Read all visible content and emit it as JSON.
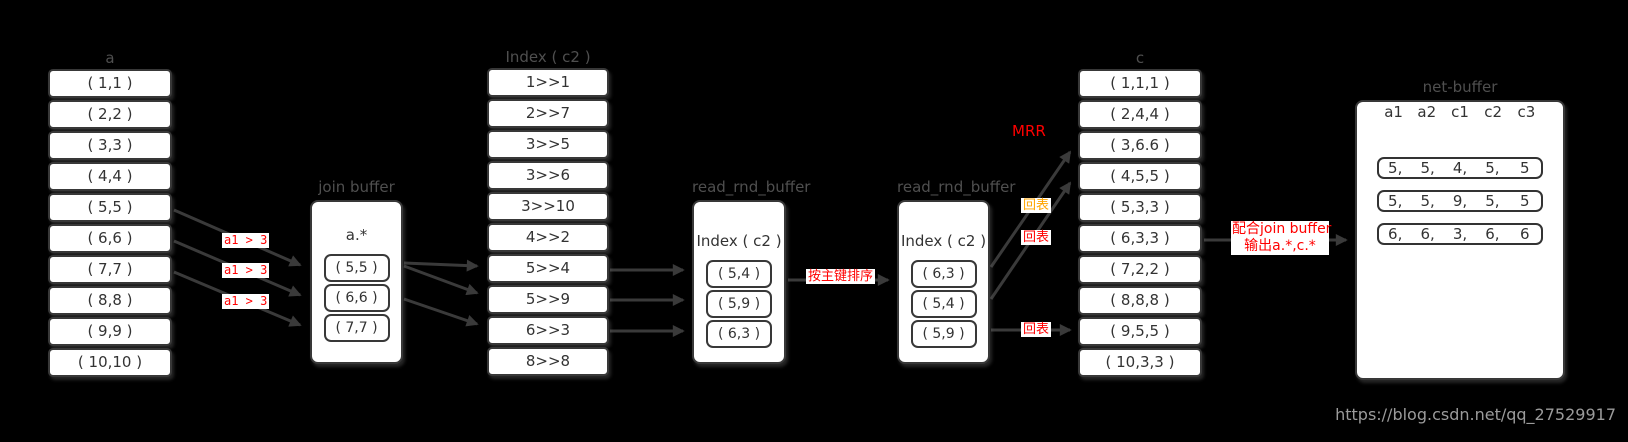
{
  "colors": {
    "background": "#000000",
    "box_border": "#383838",
    "box_fill": "#ffffff",
    "box_text": "#333333",
    "title_gray": "#4f4f4f",
    "annotation_red": "#ff0000",
    "annotation_orange": "#ffa500",
    "watermark_gray": "#9b9b9b"
  },
  "table_a": {
    "title": "a",
    "rows": [
      "( 1,1 )",
      "( 2,2 )",
      "( 3,3 )",
      "( 4,4 )",
      "( 5,5 )",
      "( 6,6 )",
      "( 7,7 )",
      "( 8,8 )",
      "( 9,9 )",
      "( 10,10 )"
    ]
  },
  "join_buffer": {
    "title": "join buffer",
    "label": "a.*",
    "rows": [
      "( 5,5 )",
      "( 6,6 )",
      "( 7,7 )"
    ]
  },
  "index_c2": {
    "title": "Index ( c2 )",
    "rows": [
      "1>>1",
      "2>>7",
      "3>>5",
      "3>>6",
      "3>>10",
      "4>>2",
      "5>>4",
      "5>>9",
      "6>>3",
      "8>>8"
    ]
  },
  "read_rnd_buffer_1": {
    "title": "read_rnd_buffer",
    "label": "Index ( c2 )",
    "rows": [
      "( 5,4 )",
      "( 5,9 )",
      "( 6,3 )"
    ]
  },
  "read_rnd_buffer_2": {
    "title": "read_rnd_buffer",
    "label": "Index ( c2 )",
    "rows": [
      "( 6,3 )",
      "( 5,4 )",
      "( 5,9 )"
    ]
  },
  "table_c": {
    "title": "c",
    "rows": [
      "( 1,1,1 )",
      "( 2,4,4 )",
      "( 3,6.6 )",
      "( 4,5,5 )",
      "( 5,3,3 )",
      "( 6,3,3 )",
      "( 7,2,2 )",
      "( 8,8,8 )",
      "( 9,5,5 )",
      "( 10,3,3 )"
    ]
  },
  "net_buffer": {
    "title": "net-buffer",
    "columns": [
      "a1",
      "a2",
      "c1",
      "c2",
      "c3"
    ],
    "rows": [
      [
        "5,",
        "5,",
        "4,",
        "5,",
        "5"
      ],
      [
        "5,",
        "5,",
        "9,",
        "5,",
        "5"
      ],
      [
        "6,",
        "6,",
        "3,",
        "6,",
        "6"
      ]
    ]
  },
  "annotations": {
    "filters": [
      "a1 > 3",
      "a1 > 3",
      "a1 > 3"
    ],
    "sort_by_pk": "按主键排序",
    "mrr": "MRR",
    "table_lookups": [
      "回表",
      "回表",
      "回表"
    ],
    "output_line1": "配合join buffer",
    "output_line2": "输出a.*,c.*"
  },
  "watermark": "https://blog.csdn.net/qq_27529917"
}
